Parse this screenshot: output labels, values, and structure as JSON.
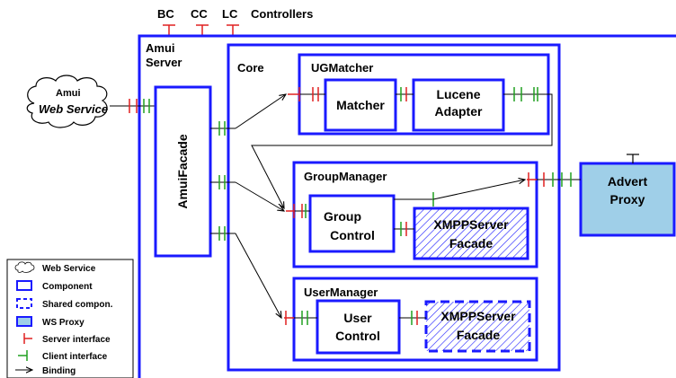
{
  "colors": {
    "component_border": "#1a1aff",
    "ws_proxy_fill": "#9fcfe8",
    "server_interface": "#e02020",
    "client_interface": "#20a020",
    "binding": "#000000"
  },
  "controllers": {
    "bc": "BC",
    "cc": "CC",
    "lc": "LC",
    "label": "Controllers"
  },
  "web_service": {
    "line1": "Amui",
    "line2": "Web Service"
  },
  "amui_server": {
    "line1": "Amui",
    "line2": "Server"
  },
  "amui_facade": "AmuiFacade",
  "core": "Core",
  "ug_matcher": {
    "title": "UGMatcher",
    "matcher": "Matcher",
    "lucene_line1": "Lucene",
    "lucene_line2": "Adapter"
  },
  "group_manager": {
    "title": "GroupManager",
    "group_control_line1": "Group",
    "group_control_line2": "Control",
    "xmpp_line1": "XMPPServer",
    "xmpp_line2": "Facade"
  },
  "user_manager": {
    "title": "UserManager",
    "user_control_line1": "User",
    "user_control_line2": "Control",
    "xmpp_line1": "XMPPServer",
    "xmpp_line2": "Facade"
  },
  "advert_proxy": {
    "line1": "Advert",
    "line2": "Proxy"
  },
  "legend": {
    "web_service": "Web Service",
    "component": "Component",
    "shared": "Shared compon.",
    "ws_proxy": "WS Proxy",
    "server_interface": "Server interface",
    "client_interface": "Client interface",
    "binding": "Binding"
  }
}
